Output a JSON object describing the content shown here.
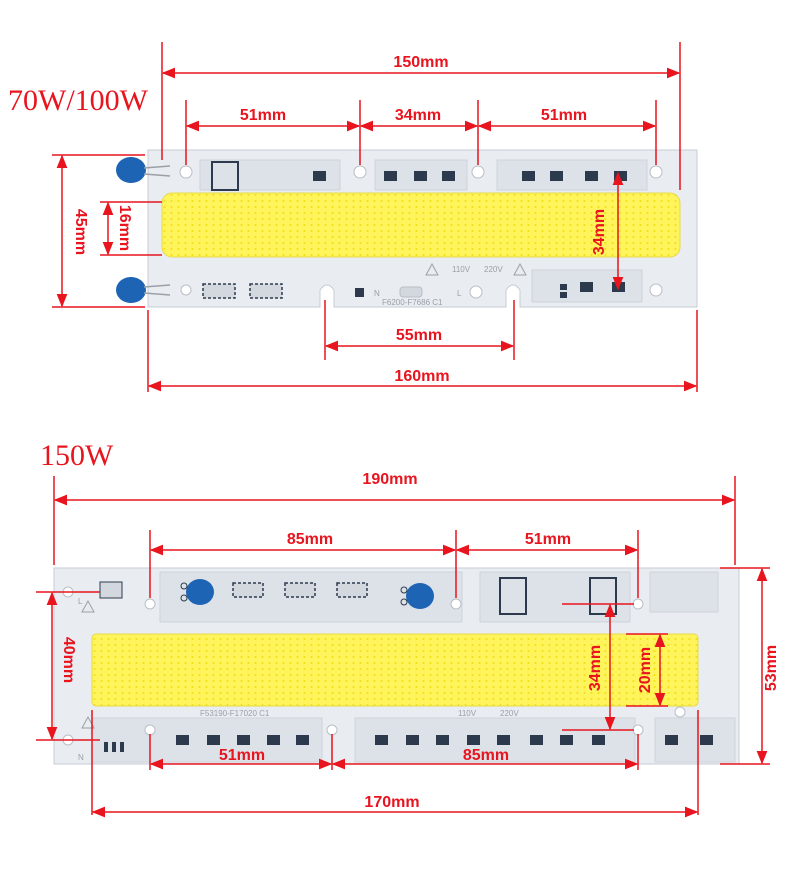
{
  "colors": {
    "dimension": "#e8141e",
    "pcb": "#e9edf2",
    "cob_emitter": "#fff45c",
    "smd_pad": "#2d3a4d",
    "capacitor": "#1e64b4"
  },
  "top_panel": {
    "title": "70W/100W",
    "dimensions": {
      "overall_width": "150mm",
      "left_hole_spacing": "51mm",
      "center_hole_spacing": "34mm",
      "right_hole_spacing": "51mm",
      "board_height": "45mm",
      "emitter_height": "16mm",
      "vertical_hole_spacing": "34mm",
      "bottom_notch_spacing": "55mm",
      "overall_length": "160mm"
    },
    "silkscreen": {
      "part_number": "F6200-F7686 C1",
      "voltage_110": "110V",
      "voltage_220": "220V",
      "neutral": "N",
      "live": "L"
    }
  },
  "bottom_panel": {
    "title": "150W",
    "dimensions": {
      "overall_width": "190mm",
      "left_hole_spacing": "85mm",
      "right_hole_spacing": "51mm",
      "board_height_left": "40mm",
      "vertical_hole_spacing": "34mm",
      "emitter_height": "20mm",
      "board_height_right": "53mm",
      "bottom_left_spacing": "51mm",
      "bottom_right_spacing": "85mm",
      "overall_length": "170mm"
    },
    "silkscreen": {
      "part_number": "F53190-F17020 C1",
      "voltage_110": "110V",
      "voltage_220": "220V",
      "live": "L",
      "neutral": "N"
    }
  }
}
